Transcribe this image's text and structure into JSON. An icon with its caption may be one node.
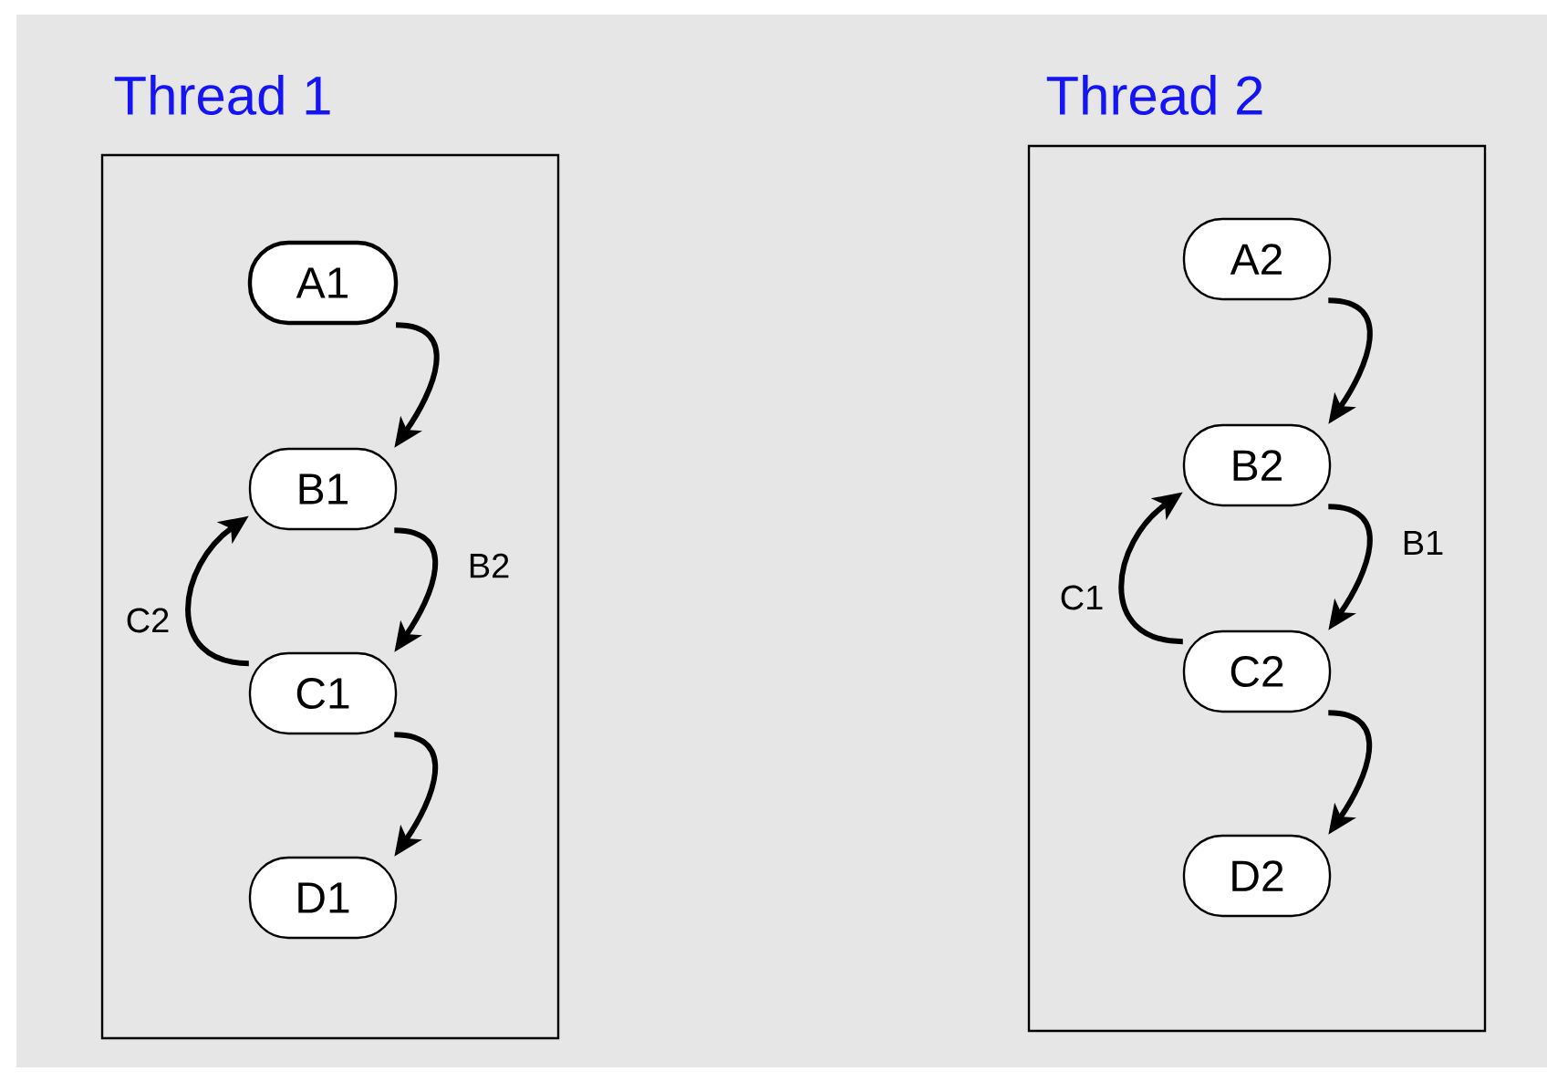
{
  "diagram": {
    "nodes": [
      {
        "text": [
          "Thread 1"
        ]
      },
      {
        "text": [
          "A1"
        ],
        "in": 0
      },
      {
        "text": [
          "B1"
        ],
        "in": 0
      },
      {
        "text": [
          "C1"
        ],
        "in": 0
      },
      {
        "text": [
          "D1"
        ],
        "in": 0
      },
      {
        "text": [
          "Thread 2"
        ]
      },
      {
        "text": [
          "A2"
        ],
        "in": 5
      },
      {
        "text": [
          "B2"
        ],
        "in": 5
      },
      {
        "text": [
          "C2"
        ],
        "in": 5
      },
      {
        "text": [
          "D2"
        ],
        "in": 5
      }
    ],
    "edges": [
      {
        "from": 1,
        "to": 2,
        "arrow": "to"
      },
      {
        "from": 2,
        "to": 3,
        "arrow": "to",
        "label": "B2"
      },
      {
        "from": 3,
        "to": 2,
        "arrow": "to",
        "label": "C2"
      },
      {
        "from": 3,
        "to": 4,
        "arrow": "to"
      },
      {
        "from": 6,
        "to": 7,
        "arrow": "to"
      },
      {
        "from": 7,
        "to": 8,
        "arrow": "to",
        "label": "B1"
      },
      {
        "from": 8,
        "to": 7,
        "arrow": "to",
        "label": "C1"
      },
      {
        "from": 8,
        "to": 9,
        "arrow": "to"
      }
    ]
  }
}
